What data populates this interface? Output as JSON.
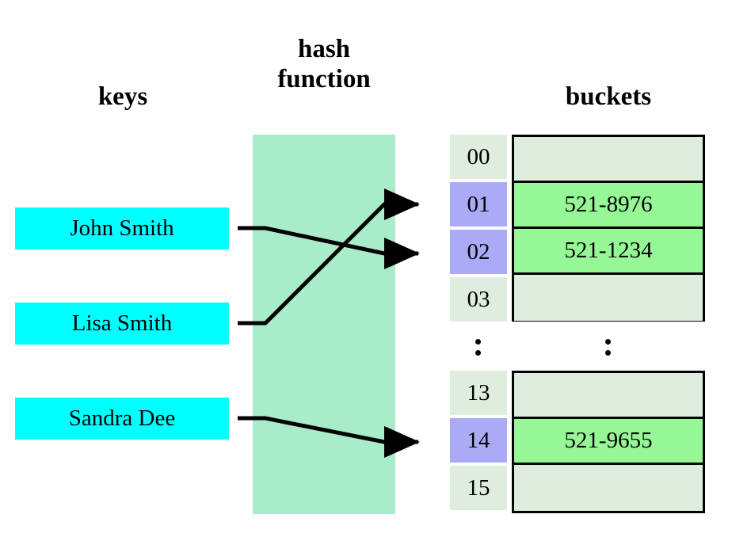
{
  "diagram": {
    "title": "Hash table mapping keys to buckets",
    "background": "#ffffff"
  },
  "headings": {
    "keys": "keys",
    "hash_function": "hash\nfunction",
    "buckets": "buckets"
  },
  "colors": {
    "key_box": "#00ffff",
    "hash_band": "#a9ecc9",
    "index_empty": "#dfeddf",
    "index_occupied": "#aaaaf7",
    "bucket_empty": "#dfeddf",
    "bucket_filled": "#96f796",
    "border": "#000000",
    "text": "#000000",
    "background": "#ffffff"
  },
  "keys": [
    {
      "label": "John Smith"
    },
    {
      "label": "Lisa Smith"
    },
    {
      "label": "Sandra Dee"
    }
  ],
  "bucket_groups": [
    {
      "name": "top-group",
      "rows": [
        {
          "index": "00",
          "value": "",
          "occupied": false
        },
        {
          "index": "01",
          "value": "521-8976",
          "occupied": true
        },
        {
          "index": "02",
          "value": "521-1234",
          "occupied": true
        },
        {
          "index": "03",
          "value": "",
          "occupied": false
        }
      ]
    },
    {
      "name": "bottom-group",
      "rows": [
        {
          "index": "13",
          "value": "",
          "occupied": false
        },
        {
          "index": "14",
          "value": "521-9655",
          "occupied": true
        },
        {
          "index": "15",
          "value": "",
          "occupied": false
        }
      ]
    }
  ],
  "ellipsis": {
    "index_column": "⋮",
    "bucket_column": "⋮"
  },
  "mappings": [
    {
      "from_key": "John Smith",
      "to_index": "02",
      "value": "521-1234"
    },
    {
      "from_key": "Lisa Smith",
      "to_index": "01",
      "value": "521-8976"
    },
    {
      "from_key": "Sandra Dee",
      "to_index": "14",
      "value": "521-9655"
    }
  ]
}
